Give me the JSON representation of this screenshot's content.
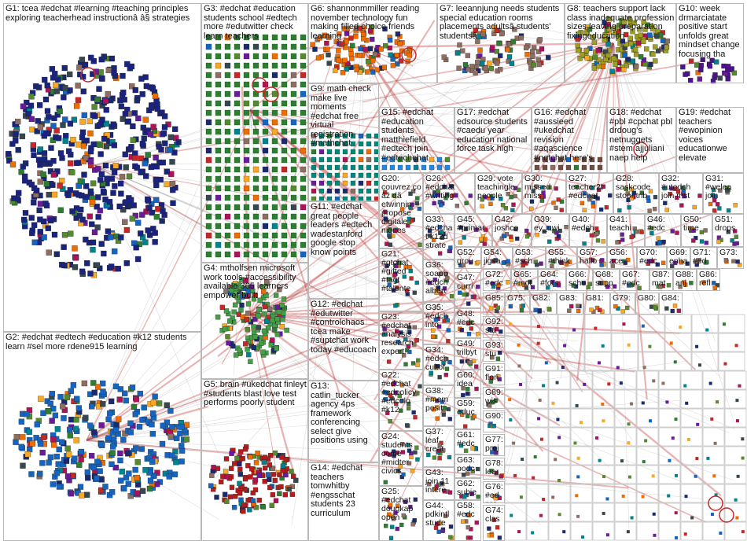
{
  "groups": [
    {
      "id": "G1",
      "label": "G1: tcea #edchat #learning #teaching principles exploring teacherhead instructionâ â§ strategies"
    },
    {
      "id": "G2",
      "label": "G2: #edchat #edtech #education #k12 students learn #sel more rdene915 learning"
    },
    {
      "id": "G3",
      "label": "G3: #edchat #education students school #edtech more #edutwitter check learn teachers"
    },
    {
      "id": "G4",
      "label": "G4: mtholfsen microsoft work tools #accessibility available 365 learners empower built"
    },
    {
      "id": "G5",
      "label": "G5: brain #ukedchat finleyt #students blast love test performs poorly student"
    },
    {
      "id": "G6",
      "label": "G6: shannonmmiller reading november technology fun making filled choice friends learning"
    },
    {
      "id": "G7",
      "label": "G7: leeannjung needs students special education rooms placements adultsâ students' studentsâ"
    },
    {
      "id": "G8",
      "label": "G8: teachers support lack class inadequate profession sizes leaving preparation fixingeducation"
    },
    {
      "id": "G9",
      "label": "G9: math check make live moments #edchat free virtual registration #mathchat"
    },
    {
      "id": "G10",
      "label": "G10: week drmarciatate positive start unfolds great mindset change focusing tha"
    },
    {
      "id": "G11",
      "label": "G11: #edchat great people leaders #edtech wadestanford google stop know points"
    },
    {
      "id": "G12",
      "label": "G12: #edchat #edutwitter #controlchaos tcea make #suptchat work today #educoach"
    },
    {
      "id": "G13",
      "label": "G13: catlin_tucker agency 4ps framework conferencing select give positions using"
    },
    {
      "id": "G14",
      "label": "G14: #edchat teachers tomwhitby #engsschat students 23 curriculum"
    },
    {
      "id": "G15",
      "label": "G15: #edchat #education students matthiefield #edtech join #edtechchat"
    },
    {
      "id": "G16",
      "label": "G16: #edchat #aussieed #ukedchat revision #aqascience #nqtchat here's"
    },
    {
      "id": "G17",
      "label": "G17: #edchat edsource students #caedu year education national force task high"
    },
    {
      "id": "G18",
      "label": "G18: #edchat #pbl #cpchat pbl drdoug's netnuggets #stem ajjuliani naep help"
    },
    {
      "id": "G19",
      "label": "G19: #edchat teachers #ewopinion voices educationwe elevate"
    },
    {
      "id": "G20",
      "label": "G20: couvrez ço âž dã etwinnin propose digitale niques"
    },
    {
      "id": "G21",
      "label": "G21: #gtchat #gifted #tagt #talente"
    },
    {
      "id": "G22",
      "label": "G22: #edchat #edpolicy #edcolo #k12"
    },
    {
      "id": "G23",
      "label": "G23: #edchat analysis research expert"
    },
    {
      "id": "G24",
      "label": "G24: students come #midter civics"
    },
    {
      "id": "G25",
      "label": "G25: #edchat dougkap open"
    },
    {
      "id": "G26",
      "label": "G26: #edchat #writing"
    },
    {
      "id": "G27",
      "label": "G27: teacher2t #edchat"
    },
    {
      "id": "G28",
      "label": "G28: saskcode stoontrib"
    },
    {
      "id": "G29",
      "label": "G29: vote teachingle people"
    },
    {
      "id": "G30",
      "label": "G30: missed miss"
    },
    {
      "id": "G31",
      "label": "G31: #welea join"
    },
    {
      "id": "G32",
      "label": "G32: #utedch join mst"
    },
    {
      "id": "G33",
      "label": "G33: #edchat k12d strate"
    },
    {
      "id": "G34",
      "label": "G34: #edch cultof"
    },
    {
      "id": "G35",
      "label": "G35: #edch into"
    },
    {
      "id": "G36",
      "label": "G36: soapb #edch albert"
    },
    {
      "id": "G37",
      "label": "G37: leaf creat"
    },
    {
      "id": "G38",
      "label": "G38: #mem posit"
    },
    {
      "id": "G39",
      "label": "G39: ey_uwi"
    },
    {
      "id": "G40",
      "label": "G40: #edch"
    },
    {
      "id": "G41",
      "label": "G41: teachi"
    },
    {
      "id": "G42",
      "label": "G42: joshco"
    },
    {
      "id": "G43",
      "label": "G43: join 11 intere"
    },
    {
      "id": "G44",
      "label": "G44: pdkintl stude"
    },
    {
      "id": "G45",
      "label": "G45: #primar"
    },
    {
      "id": "G46",
      "label": "G46: #edc"
    },
    {
      "id": "G47",
      "label": "G47: curri"
    },
    {
      "id": "G48",
      "label": "G48: #edc"
    },
    {
      "id": "G49",
      "label": "G49: trilbyt"
    },
    {
      "id": "G50",
      "label": "G50: time"
    },
    {
      "id": "G51",
      "label": "G51: drops"
    },
    {
      "id": "G52",
      "label": "G52: grou"
    },
    {
      "id": "G53",
      "label": "G53: #sch"
    },
    {
      "id": "G54",
      "label": "G54: jigsa"
    },
    {
      "id": "G55",
      "label": "G55: #think"
    },
    {
      "id": "G56",
      "label": "G56: ace"
    },
    {
      "id": "G57",
      "label": "G57: hallo"
    },
    {
      "id": "G58",
      "label": "G58: #edc"
    },
    {
      "id": "G59",
      "label": "G59: educ"
    },
    {
      "id": "G60",
      "label": "G60: idea"
    },
    {
      "id": "G61",
      "label": "G61: #edc"
    },
    {
      "id": "G62",
      "label": "G62: subje"
    },
    {
      "id": "G63",
      "label": "G63: podc"
    },
    {
      "id": "G64",
      "label": "G64: #fors"
    },
    {
      "id": "G65",
      "label": "G65: #mot"
    },
    {
      "id": "G66",
      "label": "G66: scho"
    },
    {
      "id": "G67",
      "label": "G67: #edc"
    },
    {
      "id": "G68",
      "label": "G68: supp"
    },
    {
      "id": "G69",
      "label": "G69: enha"
    },
    {
      "id": "G70",
      "label": "G70: #edc"
    },
    {
      "id": "G71",
      "label": "G71: #ed"
    },
    {
      "id": "G72",
      "label": "G72: #edc"
    },
    {
      "id": "G73",
      "label": "G73:"
    },
    {
      "id": "G74",
      "label": "G74: clas"
    },
    {
      "id": "G75",
      "label": "G75:"
    },
    {
      "id": "G76",
      "label": "G76: #ed pro"
    },
    {
      "id": "G77",
      "label": "G77: proj"
    },
    {
      "id": "G78",
      "label": "G78: lear"
    },
    {
      "id": "G79",
      "label": "G79:"
    },
    {
      "id": "G80",
      "label": "G80:"
    },
    {
      "id": "G81",
      "label": "G81:"
    },
    {
      "id": "G82",
      "label": "G82:"
    },
    {
      "id": "G83",
      "label": "G83:"
    },
    {
      "id": "G84",
      "label": "G84:"
    },
    {
      "id": "G85",
      "label": "G85:"
    },
    {
      "id": "G86",
      "label": "G86: refl"
    },
    {
      "id": "G87",
      "label": "G87: mat"
    },
    {
      "id": "G88",
      "label": "G88: anj"
    },
    {
      "id": "G89",
      "label": "G89: wis"
    },
    {
      "id": "G90",
      "label": "G90:"
    },
    {
      "id": "G91",
      "label": "G91: flori"
    },
    {
      "id": "G92",
      "label": "G92: sta"
    },
    {
      "id": "G93",
      "label": "G93: stu"
    }
  ]
}
